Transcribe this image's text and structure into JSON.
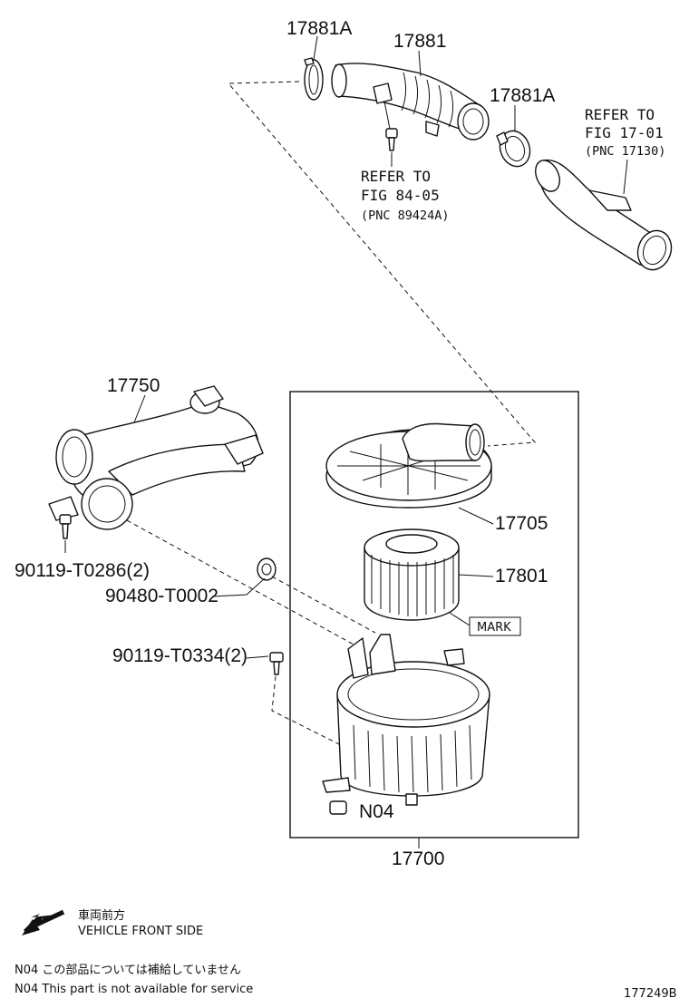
{
  "labels": {
    "clamp_top_left": "17881A",
    "hose_top": "17881",
    "clamp_top_right": "17881A",
    "refer_fig_17_line1": "REFER TO",
    "refer_fig_17_line2": "FIG 17-01",
    "refer_fig_17_pnc": "(PNC 17130)",
    "refer_fig_84_line1": "REFER TO",
    "refer_fig_84_line2": "FIG 84-05",
    "refer_fig_84_pnc": "(PNC 89424A)",
    "inlet_duct": "17750",
    "cap": "17705",
    "element": "17801",
    "mark": "MARK",
    "bolt_a": "90119-T0286(2)",
    "grommet": "90480-T0002",
    "bolt_b": "90119-T0334(2)",
    "n04": "N04",
    "assembly": "17700"
  },
  "legend": {
    "front_jp": "車両前方",
    "front_en": "VEHICLE FRONT SIDE",
    "note_jp": "N04  この部品については補給していません",
    "note_en": "N04  This part is not available for service"
  },
  "figure_id": "177249B"
}
